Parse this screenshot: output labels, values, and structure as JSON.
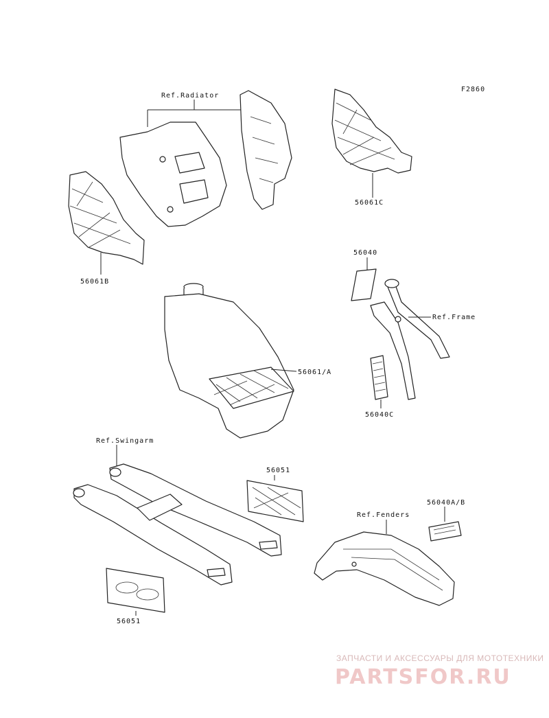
{
  "figure_code": "F2860",
  "labels": {
    "ref_radiator": "Ref.Radiator",
    "p56061C": "56061C",
    "p56061B": "56061B",
    "p56040": "56040",
    "ref_frame": "Ref.Frame",
    "p56061A": "56061/A",
    "p56040C": "56040C",
    "ref_swingarm": "Ref.Swingarm",
    "p56051_top": "56051",
    "p56040AB": "56040A/B",
    "ref_fenders": "Ref.Fenders",
    "p56051_bottom": "56051"
  },
  "watermark": {
    "subtitle": "ЗАПЧАСТИ И АКСЕССУАРЫ ДЛЯ МОТОТЕХНИКИ",
    "brand": "PARTSFOR.RU"
  }
}
